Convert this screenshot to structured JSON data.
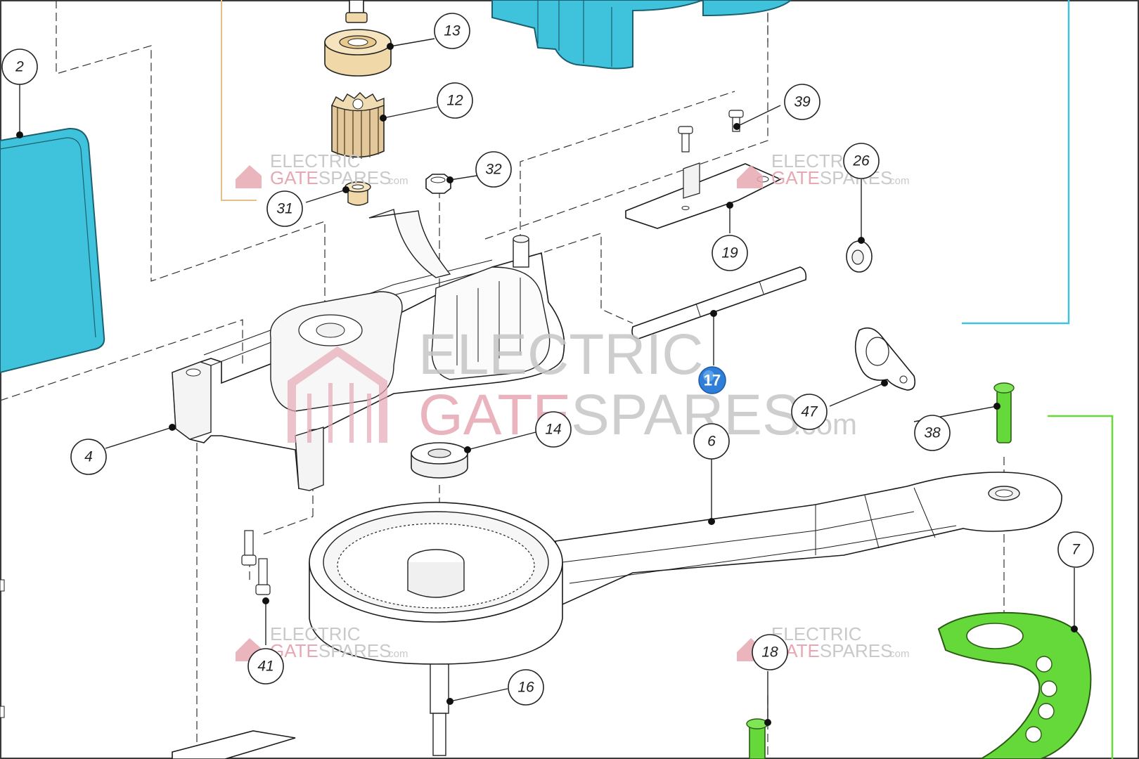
{
  "colors": {
    "cover_cyan": "#3fc3dc",
    "arm_green": "#66d93a",
    "bearing_tan": "#f0d8a8",
    "gear_tan": "#e2c89a",
    "watermark_grey": "#c6c6c6",
    "watermark_pink": "#e7a8b3",
    "highlight_blue": "#2f7fd8"
  },
  "watermark": {
    "word1": "ELECTRIC",
    "word2_a": "GATE",
    "word2_b": "SPARES",
    "suffix": ".com"
  },
  "callouts": [
    {
      "id": "c2",
      "label": "2"
    },
    {
      "id": "c4",
      "label": "4"
    },
    {
      "id": "c6",
      "label": "6"
    },
    {
      "id": "c7",
      "label": "7"
    },
    {
      "id": "c12",
      "label": "12"
    },
    {
      "id": "c13",
      "label": "13"
    },
    {
      "id": "c14",
      "label": "14"
    },
    {
      "id": "c16",
      "label": "16"
    },
    {
      "id": "c17",
      "label": "17"
    },
    {
      "id": "c18",
      "label": "18"
    },
    {
      "id": "c19",
      "label": "19"
    },
    {
      "id": "c26",
      "label": "26"
    },
    {
      "id": "c31",
      "label": "31"
    },
    {
      "id": "c32",
      "label": "32"
    },
    {
      "id": "c38",
      "label": "38"
    },
    {
      "id": "c39",
      "label": "39"
    },
    {
      "id": "c41",
      "label": "41"
    },
    {
      "id": "c47",
      "label": "47"
    }
  ]
}
